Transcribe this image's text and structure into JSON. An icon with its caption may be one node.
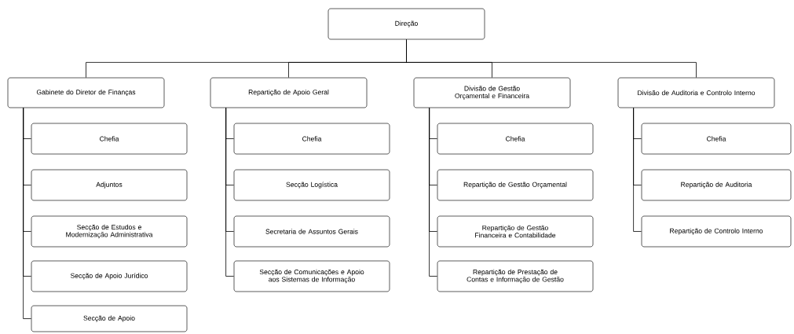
{
  "diagram": {
    "nodes": [
      {
        "text": [
          "Direção"
        ]
      },
      {
        "text": [
          "Gabinete do Diretor de Finanças"
        ]
      },
      {
        "text": [
          "Repartição de Apoio Geral"
        ]
      },
      {
        "text": [
          "Divisão de Gestão Orçamental e Financeira"
        ]
      },
      {
        "text": [
          "Divisão de Auditoria e Controlo Interno"
        ]
      },
      {
        "text": [
          "Chefia"
        ]
      },
      {
        "text": [
          "Adjuntos"
        ]
      },
      {
        "text": [
          "Secção de Estudos e Modernização Administrativa"
        ]
      },
      {
        "text": [
          "Secção de Apoio Jurídico"
        ]
      },
      {
        "text": [
          "Secção de Apoio"
        ]
      },
      {
        "text": [
          "Chefia"
        ]
      },
      {
        "text": [
          "Secção Logística"
        ]
      },
      {
        "text": [
          "Secretaria de Assuntos Gerais"
        ]
      },
      {
        "text": [
          "Secção de Comunicações e Apoio aos Sistemas de Informação"
        ]
      },
      {
        "text": [
          "Chefia"
        ]
      },
      {
        "text": [
          "Repartição de Gestão Orçamental"
        ]
      },
      {
        "text": [
          "Repartição de Gestão Financeira e Contabilidade"
        ]
      },
      {
        "text": [
          "Repartição de Prestação de Contas e Informação de Gestão"
        ]
      },
      {
        "text": [
          "Chefia"
        ]
      },
      {
        "text": [
          "Repartição de Auditoria"
        ]
      },
      {
        "text": [
          "Repartição de Controlo Interno"
        ]
      }
    ],
    "edges": [
      {
        "from": 0,
        "to": 1,
        "arrow": "none"
      },
      {
        "from": 0,
        "to": 2,
        "arrow": "none"
      },
      {
        "from": 0,
        "to": 3,
        "arrow": "none"
      },
      {
        "from": 0,
        "to": 4,
        "arrow": "none"
      },
      {
        "from": 1,
        "to": 5,
        "arrow": "none"
      },
      {
        "from": 1,
        "to": 6,
        "arrow": "none"
      },
      {
        "from": 1,
        "to": 7,
        "arrow": "none"
      },
      {
        "from": 1,
        "to": 8,
        "arrow": "none"
      },
      {
        "from": 1,
        "to": 9,
        "arrow": "none"
      },
      {
        "from": 2,
        "to": 10,
        "arrow": "none"
      },
      {
        "from": 2,
        "to": 11,
        "arrow": "none"
      },
      {
        "from": 2,
        "to": 12,
        "arrow": "none"
      },
      {
        "from": 2,
        "to": 13,
        "arrow": "none"
      },
      {
        "from": 3,
        "to": 14,
        "arrow": "none"
      },
      {
        "from": 3,
        "to": 15,
        "arrow": "none"
      },
      {
        "from": 3,
        "to": 16,
        "arrow": "none"
      },
      {
        "from": 3,
        "to": 17,
        "arrow": "none"
      },
      {
        "from": 4,
        "to": 18,
        "arrow": "none"
      },
      {
        "from": 4,
        "to": 19,
        "arrow": "none"
      },
      {
        "from": 4,
        "to": 20,
        "arrow": "none"
      }
    ]
  }
}
